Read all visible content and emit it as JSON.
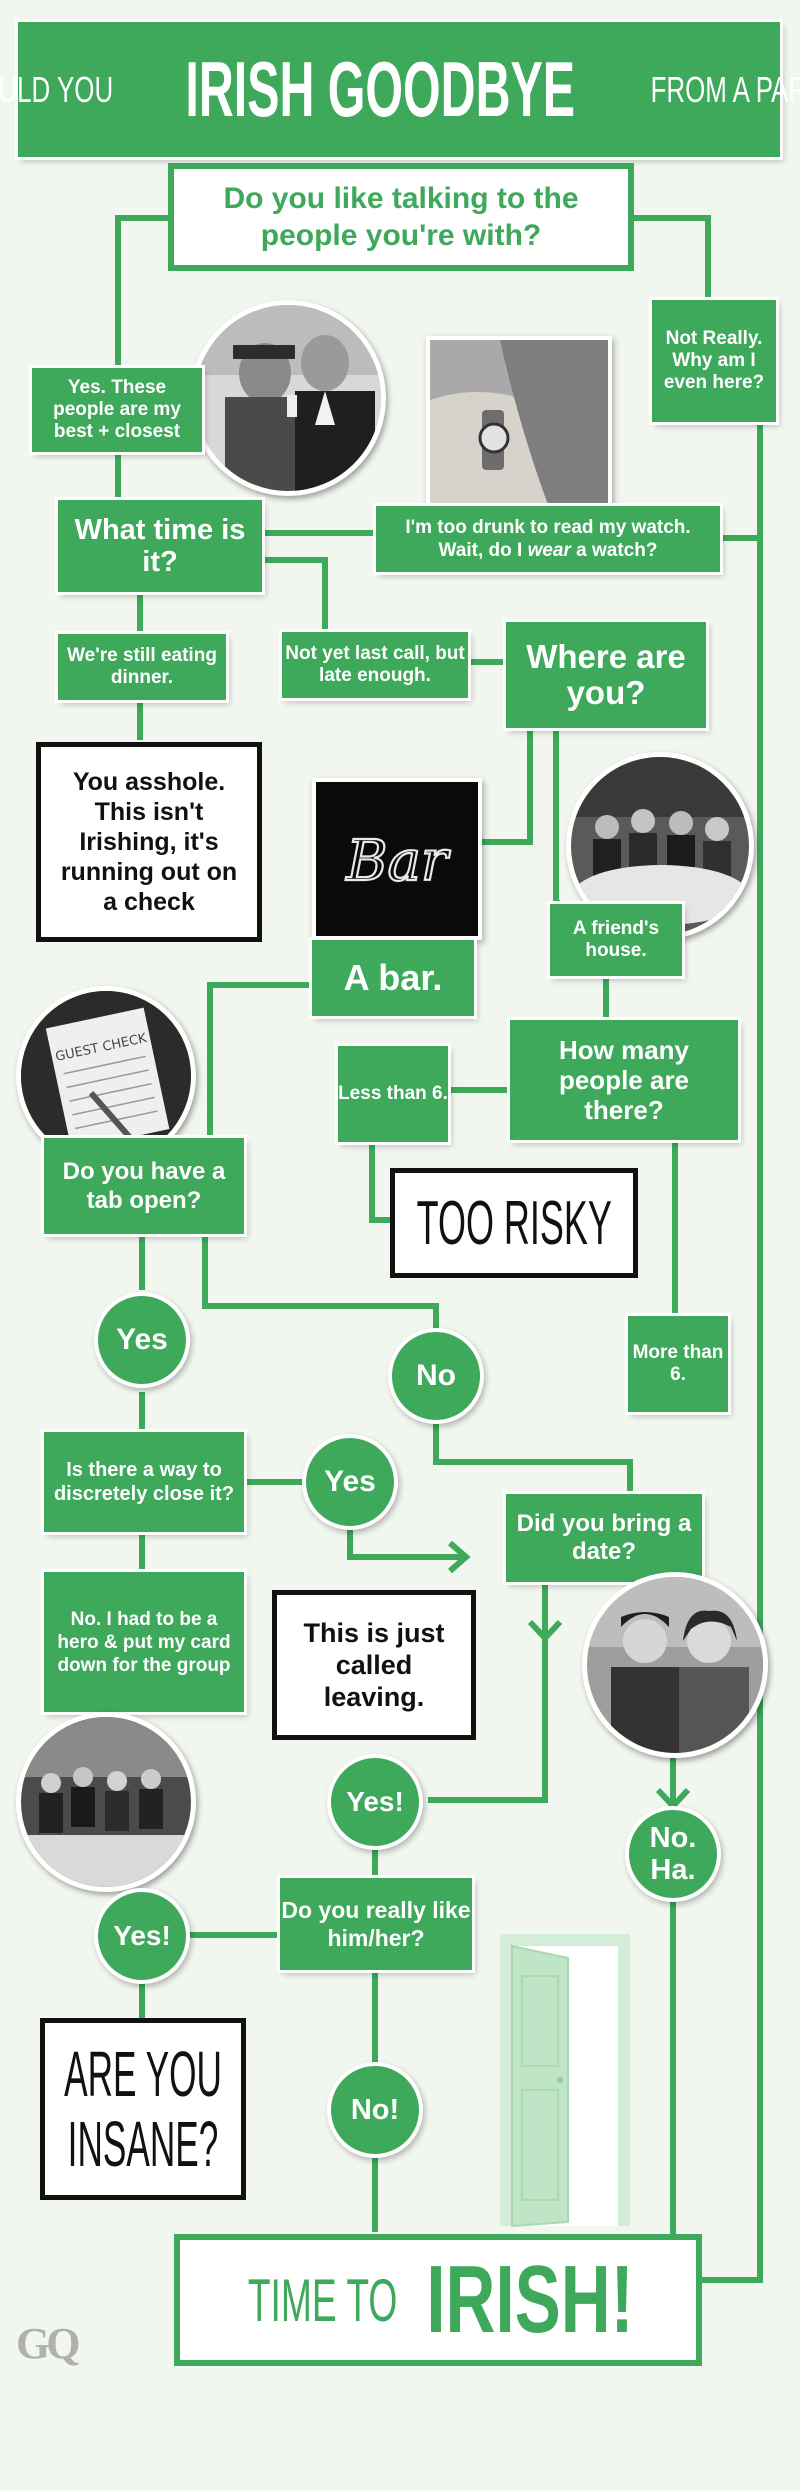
{
  "colors": {
    "green": "#3ea85b",
    "light_green": "#bfe5c6",
    "bg": "#f1f6ee",
    "black": "#111111"
  },
  "title": {
    "part1": "SHOULD YOU",
    "part2": "IRISH GOODBYE",
    "part3": "FROM A PARTY?"
  },
  "start": "Do you like talking to the people you're with?",
  "nodes": {
    "yes_best": "Yes. These people are my best + closest",
    "not_really": "Not Really. Why am I even here?",
    "what_time": "What time is it?",
    "too_drunk_1": "I'm too drunk to read my watch.",
    "too_drunk_2a": "Wait, do I ",
    "too_drunk_2b": "wear",
    "too_drunk_2c": " a watch?",
    "still_eating": "We're still eating dinner.",
    "not_last_call": "Not yet last call, but late enough.",
    "where": "Where are you?",
    "asshole": "You asshole. This isn't Irishing, it's running out on a check",
    "bar_sign": "Bar",
    "friends_house": "A friend's house.",
    "a_bar": "A bar.",
    "guest_check": "GUEST CHECK",
    "how_many": "How many people are there?",
    "less_than_6": "Less than 6.",
    "tab_open": "Do you have a tab open?",
    "too_risky": "TOO RISKY",
    "yes1": "Yes",
    "no1": "No",
    "more_than_6": "More than 6.",
    "discretely": "Is there a way to discretely close it?",
    "yes2": "Yes",
    "bring_date": "Did you bring a date?",
    "hero": "No. I had to be a hero & put my card down for the group",
    "just_leaving": "This is just called leaving.",
    "yes3": "Yes!",
    "no_ha": "No. Ha.",
    "yes4": "Yes!",
    "really_like": "Do you really like him/her?",
    "insane": "ARE YOU INSANE?",
    "no_excl": "No!"
  },
  "end": {
    "part1": "TIME TO",
    "part2": "IRISH!"
  },
  "logo": "GQ",
  "icons": [
    "watch-photo-icon",
    "neon-bar-sign-icon",
    "guest-check-icon",
    "door-icon"
  ]
}
